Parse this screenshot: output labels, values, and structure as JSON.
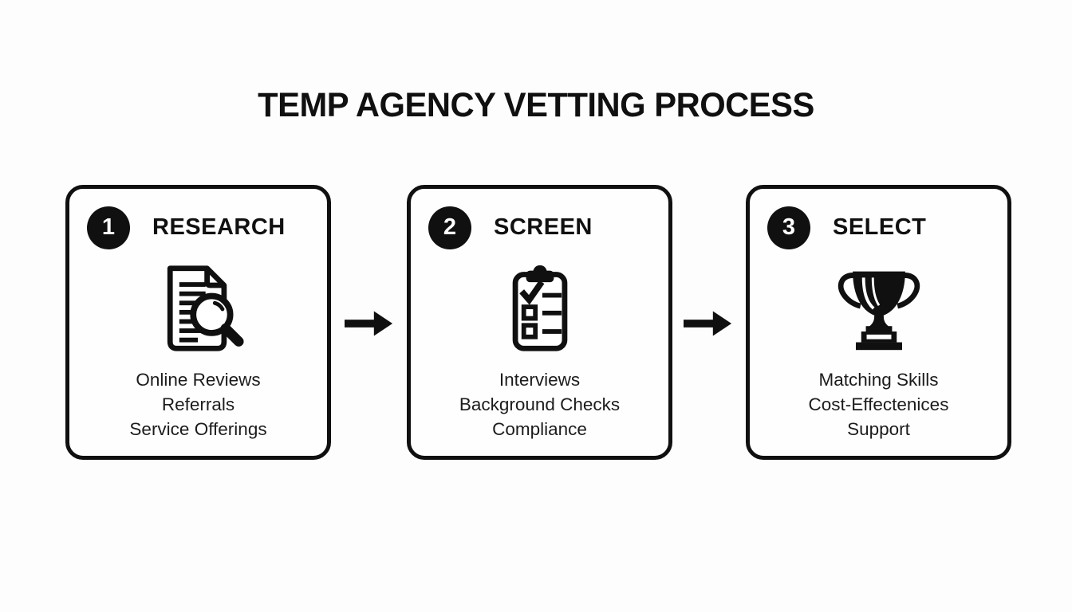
{
  "title": "TEMP AGENCY VETTING PROCESS",
  "steps": [
    {
      "number": "1",
      "heading": "RESEARCH",
      "icon": "document-search-icon",
      "items": [
        "Online Reviews",
        "Referrals",
        "Service Offerings"
      ]
    },
    {
      "number": "2",
      "heading": "SCREEN",
      "icon": "clipboard-checklist-icon",
      "items": [
        "Interviews",
        "Background Checks",
        "Compliance"
      ]
    },
    {
      "number": "3",
      "heading": "SELECT",
      "icon": "trophy-icon",
      "items": [
        "Matching Skills",
        "Cost-Effectenices",
        "Support"
      ]
    }
  ],
  "colors": {
    "background": "#fdfdfd",
    "ink": "#101010",
    "body_text": "#1c1c1c",
    "badge_background": "#101010",
    "badge_text": "#ffffff"
  }
}
